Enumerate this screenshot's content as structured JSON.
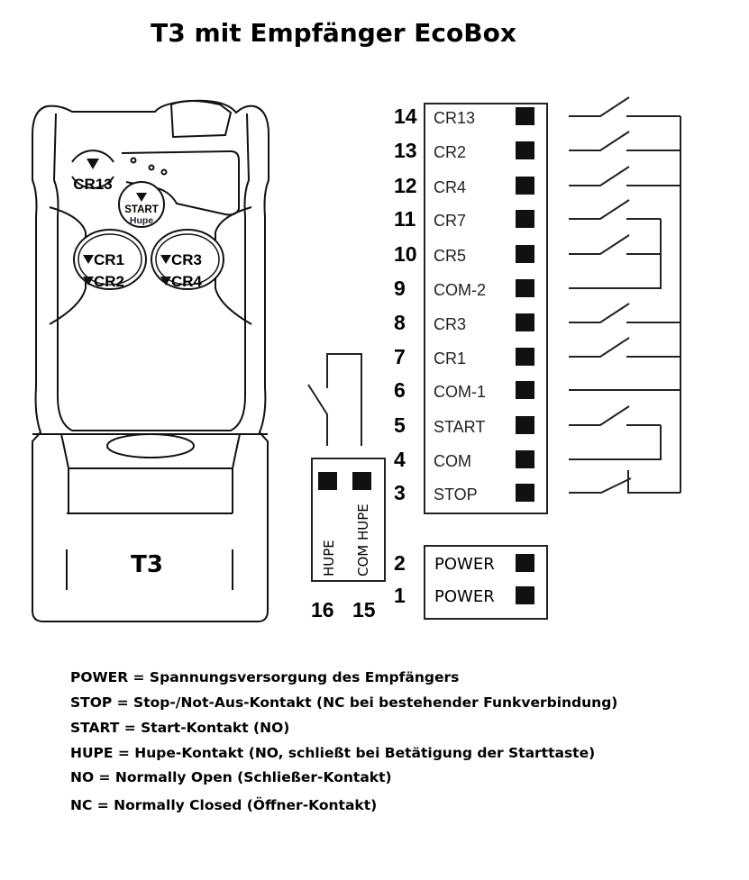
{
  "title": "T3 mit Empfänger EcoBox",
  "remote": {
    "model_label": "T3",
    "buttons": {
      "cr13": "CR13",
      "start": "START",
      "hupe": "Hupe",
      "cr1": "CR1",
      "cr2": "CR2",
      "cr3": "CR3",
      "cr4": "CR4"
    }
  },
  "terminals": [
    {
      "number": "14",
      "label": "CR13"
    },
    {
      "number": "13",
      "label": "CR2"
    },
    {
      "number": "12",
      "label": "CR4"
    },
    {
      "number": "11",
      "label": "CR7"
    },
    {
      "number": "10",
      "label": "CR5"
    },
    {
      "number": "9",
      "label": "COM-2"
    },
    {
      "number": "8",
      "label": "CR3"
    },
    {
      "number": "7",
      "label": "CR1"
    },
    {
      "number": "6",
      "label": "COM-1"
    },
    {
      "number": "5",
      "label": "START"
    },
    {
      "number": "4",
      "label": "COM"
    },
    {
      "number": "3",
      "label": "STOP"
    }
  ],
  "power_terminals": [
    {
      "number": "2",
      "label": "POWER"
    },
    {
      "number": "1",
      "label": "POWER"
    }
  ],
  "hupe_terminals": [
    {
      "number": "16",
      "label": "HUPE"
    },
    {
      "number": "15",
      "label": "COM HUPE"
    }
  ],
  "legend": [
    "POWER = Spannungsversorgung des Empfängers",
    "STOP = Stop-/Not-Aus-Kontakt (NC bei bestehender Funkverbindung)",
    "START = Start-Kontakt (NO)",
    "HUPE = Hupe-Kontakt (NO, schließt bei Betätigung der Starttaste)",
    "NO = Normally Open (Schließer-Kontakt)",
    "NC = Normally Closed (Öffner-Kontakt)"
  ]
}
